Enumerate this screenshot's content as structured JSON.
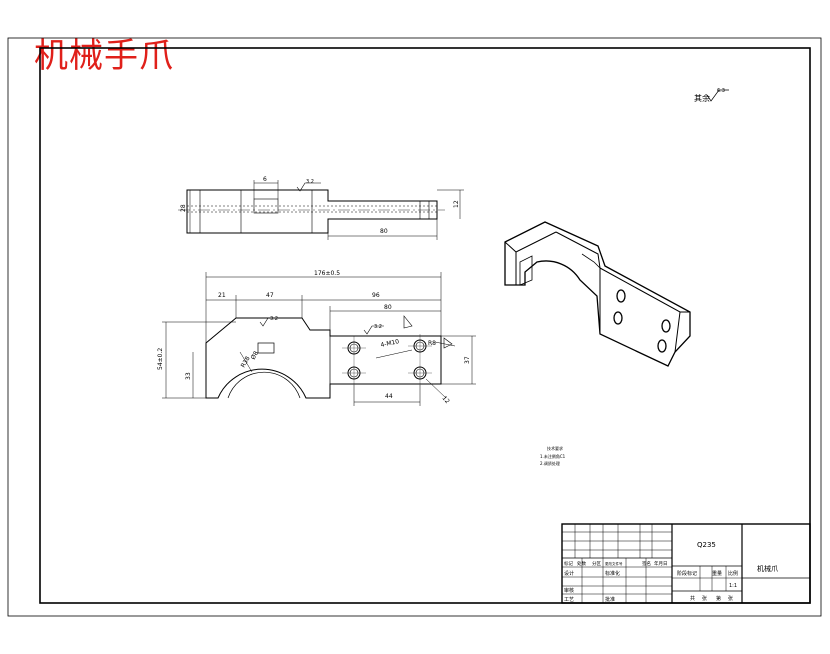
{
  "title": "机械手爪",
  "roughness": {
    "symbol_prefix": "其余",
    "value": "6.3"
  },
  "views": {
    "top": {
      "dims": [
        "6",
        "28",
        "12",
        "80"
      ],
      "roughness": "3.2"
    },
    "front": {
      "dims": [
        "176±0.5",
        "21",
        "47",
        "96",
        "80",
        "54±0.2",
        "33",
        "44",
        "37",
        "Ø8",
        "R38",
        "4-M10",
        "R8",
        "12"
      ],
      "roughness": [
        "3.2",
        "3.2"
      ]
    }
  },
  "notes": [
    "技术要求",
    "1.未注倒角C1",
    "2.调质处理"
  ],
  "title_block": {
    "material": "Q235",
    "drawing_name": "机械爪",
    "headers": [
      "标记",
      "处数",
      "分区",
      "更改文件号",
      "签名",
      "年月日"
    ],
    "row_labels": [
      "设计",
      "审核",
      "工艺"
    ],
    "standardize": "标准化",
    "approve": "批准",
    "stage_headers": [
      "阶段标记",
      "重量",
      "比例"
    ],
    "scale": "1:1",
    "sheet_info": [
      "共",
      "张",
      "第",
      "张"
    ]
  },
  "colors": {
    "title": "#e0201a",
    "line": "#000000"
  }
}
